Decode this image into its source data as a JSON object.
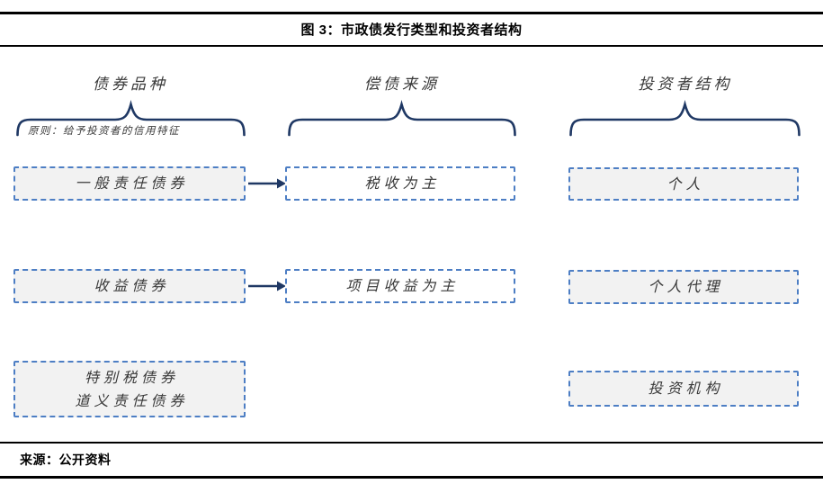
{
  "figure": {
    "title": "图 3：市政债发行类型和投资者结构",
    "source": "来源：公开资料"
  },
  "columns": {
    "bond_type": {
      "header": "债券品种",
      "note": "原则：给予投资者的信用特征"
    },
    "repayment_source": {
      "header": "偿债来源"
    },
    "investor_structure": {
      "header": "投资者结构"
    }
  },
  "nodes": {
    "general_obligation_bond": "一般责任债券",
    "tax_revenue_main": "税收为主",
    "individual": "个人",
    "revenue_bond": "收益债券",
    "project_revenue_main": "项目收益为主",
    "individual_agent": "个人代理",
    "special_tax_bond": "特别税债券",
    "moral_obligation_bond": "道义责任债券",
    "investment_institution": "投资机构"
  },
  "colors": {
    "brace": "#1f3864",
    "arrow": "#1f3864",
    "box_border": "#4d7ec4",
    "box_fill_gray": "#f2f2f2",
    "box_fill_white": "#ffffff",
    "rule": "#000000"
  }
}
